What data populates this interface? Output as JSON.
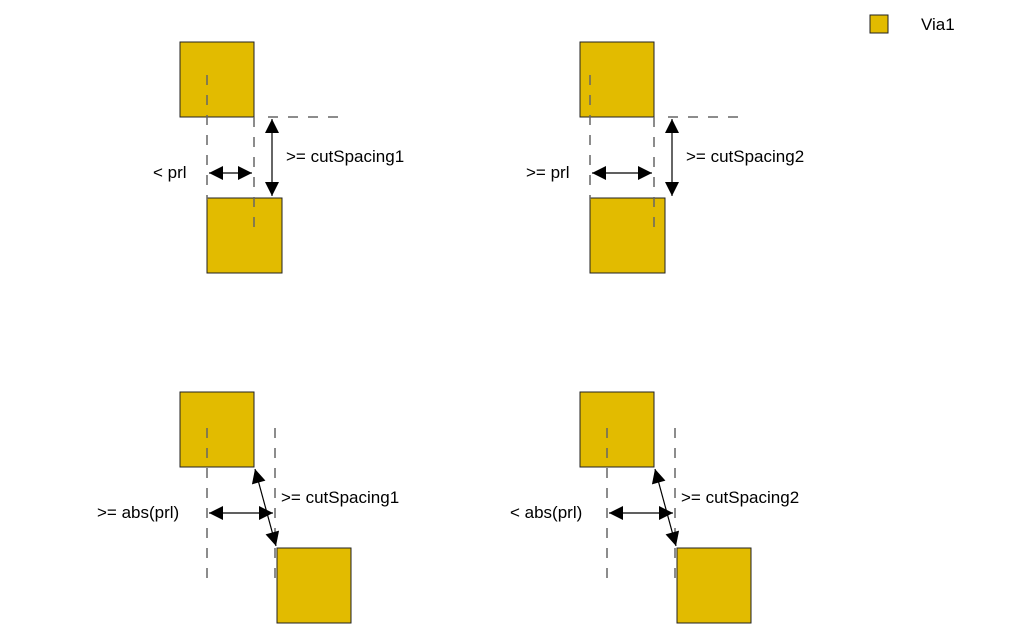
{
  "legend": {
    "label": "Via1",
    "color": "#e2bb00"
  },
  "panels": [
    {
      "prl_label": "< prl",
      "spacing_label": ">= cutSpacing1"
    },
    {
      "prl_label": ">= prl",
      "spacing_label": ">= cutSpacing2"
    },
    {
      "prl_label": ">= abs(prl)",
      "spacing_label": ">= cutSpacing1"
    },
    {
      "prl_label": "< abs(prl)",
      "spacing_label": ">= cutSpacing2"
    }
  ]
}
